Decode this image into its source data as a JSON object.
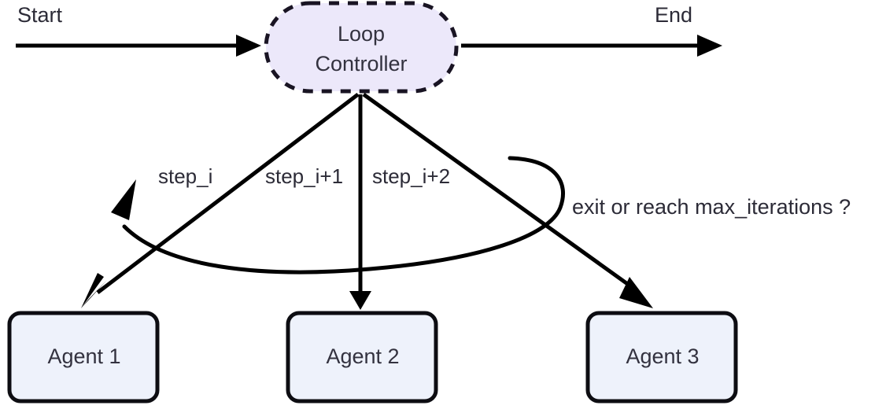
{
  "diagram": {
    "title_nodes": {
      "controller": {
        "line1": "Loop",
        "line2": "Controller",
        "fill": "#ece8fa",
        "stroke": "#191423",
        "shape": "stadium-dashed"
      },
      "agents": [
        {
          "label": "Agent 1",
          "fill": "#eef2fb",
          "stroke": "#0d0d12"
        },
        {
          "label": "Agent 2",
          "fill": "#eef2fb",
          "stroke": "#0d0d12"
        },
        {
          "label": "Agent 3",
          "fill": "#eef2fb",
          "stroke": "#0d0d12"
        }
      ]
    },
    "flow_labels": {
      "start": "Start",
      "end": "End"
    },
    "edge_labels": [
      "step_i",
      "step_i+1",
      "step_i+2"
    ],
    "condition_label": "exit or reach max_iterations ?",
    "colors": {
      "background": "#ffffff",
      "edge": "#000000",
      "text": "#2c2b37",
      "controller_fill": "#ece8fa",
      "agent_fill": "#eef2fb"
    }
  }
}
